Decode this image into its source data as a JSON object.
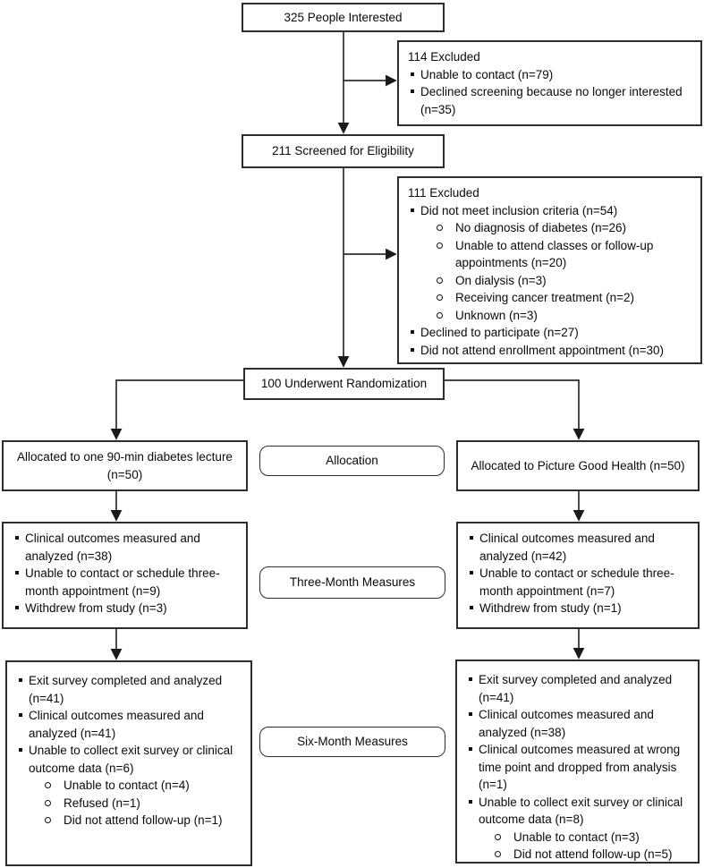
{
  "colors": {
    "border": "#2d2d2d",
    "text": "#0a0a0a",
    "background": "#ffffff",
    "arrow": "#1a1a1a"
  },
  "flow": {
    "interested": "325 People Interested",
    "excluded1": {
      "title": "114 Excluded",
      "items": [
        {
          "level": 1,
          "text": "Unable to contact (n=79)"
        },
        {
          "level": 1,
          "text": "Declined screening because no longer interested (n=35)"
        }
      ]
    },
    "screened": "211 Screened for Eligibility",
    "excluded2": {
      "title": "111 Excluded",
      "items": [
        {
          "level": 1,
          "text": "Did not meet inclusion criteria (n=54)"
        },
        {
          "level": 2,
          "text": "No diagnosis of diabetes (n=26)"
        },
        {
          "level": 2,
          "text": "Unable to attend classes or follow-up appointments (n=20)"
        },
        {
          "level": 2,
          "text": "On dialysis (n=3)"
        },
        {
          "level": 2,
          "text": "Receiving cancer treatment (n=2)"
        },
        {
          "level": 2,
          "text": "Unknown (n=3)"
        },
        {
          "level": 1,
          "text": "Declined to participate (n=27)"
        },
        {
          "level": 1,
          "text": "Did not attend enrollment appointment (n=30)"
        }
      ]
    },
    "randomization": "100 Underwent Randomization",
    "alloc_left": "Allocated to one 90-min diabetes lecture (n=50)",
    "alloc_right": "Allocated to Picture Good Health (n=50)",
    "stage_labels": {
      "allocation": "Allocation",
      "three_month": "Three-Month Measures",
      "six_month": "Six-Month Measures"
    },
    "three_month_left": {
      "items": [
        {
          "level": 1,
          "text": "Clinical outcomes measured and analyzed (n=38)"
        },
        {
          "level": 1,
          "text": "Unable to contact or schedule three-month appointment (n=9)"
        },
        {
          "level": 1,
          "text": "Withdrew from study (n=3)"
        }
      ]
    },
    "three_month_right": {
      "items": [
        {
          "level": 1,
          "text": "Clinical outcomes measured and analyzed (n=42)"
        },
        {
          "level": 1,
          "text": "Unable to contact or schedule three-month appointment (n=7)"
        },
        {
          "level": 1,
          "text": "Withdrew from study (n=1)"
        }
      ]
    },
    "six_month_left": {
      "items": [
        {
          "level": 1,
          "text": "Exit survey completed and analyzed (n=41)"
        },
        {
          "level": 1,
          "text": "Clinical outcomes measured and analyzed (n=41)"
        },
        {
          "level": 1,
          "text": "Unable to collect exit survey or clinical outcome data (n=6)"
        },
        {
          "level": 2,
          "text": "Unable to contact (n=4)"
        },
        {
          "level": 2,
          "text": "Refused (n=1)"
        },
        {
          "level": 2,
          "text": "Did not attend follow-up (n=1)"
        }
      ]
    },
    "six_month_right": {
      "items": [
        {
          "level": 1,
          "text": "Exit survey completed and analyzed (n=41)"
        },
        {
          "level": 1,
          "text": "Clinical outcomes measured and analyzed (n=38)"
        },
        {
          "level": 1,
          "text": "Clinical outcomes measured at wrong time point and dropped from analysis (n=1)"
        },
        {
          "level": 1,
          "text": "Unable to collect exit survey or clinical outcome data  (n=8)"
        },
        {
          "level": 2,
          "text": "Unable to contact (n=3)"
        },
        {
          "level": 2,
          "text": "Did not attend follow-up (n=5)"
        }
      ]
    }
  }
}
